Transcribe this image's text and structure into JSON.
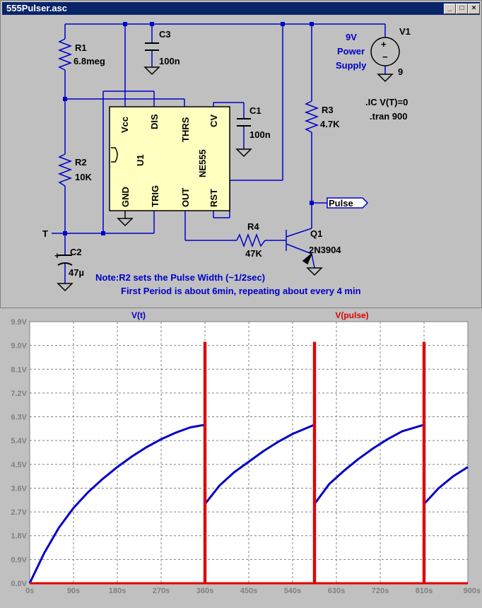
{
  "window": {
    "title": "555Pulser.asc",
    "minimize": "_",
    "restore": "□",
    "close": "×"
  },
  "schematic": {
    "r1": {
      "name": "R1",
      "value": "6.8meg"
    },
    "r2": {
      "name": "R2",
      "value": "10K"
    },
    "r3": {
      "name": "R3",
      "value": "4.7K"
    },
    "r4": {
      "name": "R4",
      "value": "47K"
    },
    "c1": {
      "name": "C1",
      "value": "100n"
    },
    "c2": {
      "name": "C2",
      "value": "47µ"
    },
    "c3": {
      "name": "C3",
      "value": "100n"
    },
    "v1": {
      "name": "V1",
      "value": "9",
      "desc1": "9V",
      "desc2": "Power",
      "desc3": "Supply"
    },
    "q1": {
      "name": "Q1",
      "value": "2N3904"
    },
    "u1": {
      "name": "U1",
      "part": "NE555",
      "pins": {
        "vcc": "Vcc",
        "dis": "DIS",
        "thrs": "THRS",
        "cv": "CV",
        "gnd": "GND",
        "trig": "TRIG",
        "out": "OUT",
        "rst": "RST"
      }
    },
    "net_t": "T",
    "net_pulse": "Pulse",
    "directives": {
      "ic": ".IC V(T)=0",
      "tran": ".tran 900"
    },
    "note1": "Note:R2 sets the Pulse Width (~1/2sec)",
    "note2": "First Period is about 6min, repeating about every 4 min"
  },
  "chart_data": {
    "type": "line",
    "x_unit": "s",
    "xlim": [
      0,
      900
    ],
    "ylim": [
      0,
      9.9
    ],
    "x_ticks": [
      "0s",
      "90s",
      "180s",
      "270s",
      "360s",
      "450s",
      "540s",
      "630s",
      "720s",
      "810s",
      "900s"
    ],
    "y_ticks": [
      "0.0V",
      "0.9V",
      "1.8V",
      "2.7V",
      "3.6V",
      "4.5V",
      "5.4V",
      "6.3V",
      "7.2V",
      "8.1V",
      "9.0V",
      "9.9V"
    ],
    "grid": true,
    "series": [
      {
        "name": "V(t)",
        "color": "#0000c8",
        "x": [
          0,
          30,
          60,
          90,
          120,
          150,
          180,
          210,
          240,
          270,
          300,
          330,
          360,
          360,
          390,
          420,
          450,
          480,
          510,
          540,
          585,
          585,
          615,
          645,
          675,
          705,
          735,
          765,
          810,
          810,
          840,
          870,
          900
        ],
        "y": [
          0,
          1.15,
          2.1,
          2.85,
          3.45,
          3.95,
          4.4,
          4.8,
          5.15,
          5.45,
          5.7,
          5.9,
          6.0,
          3.0,
          3.7,
          4.2,
          4.6,
          5.0,
          5.35,
          5.65,
          6.0,
          3.0,
          3.75,
          4.25,
          4.7,
          5.1,
          5.45,
          5.75,
          6.0,
          3.0,
          3.6,
          4.05,
          4.4
        ]
      },
      {
        "name": "V(pulse)",
        "color": "#e00000",
        "x": [
          0,
          359,
          359,
          361,
          361,
          584,
          584,
          586,
          586,
          809,
          809,
          811,
          811,
          900
        ],
        "y": [
          0,
          0,
          9.1,
          9.1,
          0,
          0,
          9.1,
          9.1,
          0,
          0,
          9.1,
          9.1,
          0,
          0
        ]
      }
    ]
  }
}
